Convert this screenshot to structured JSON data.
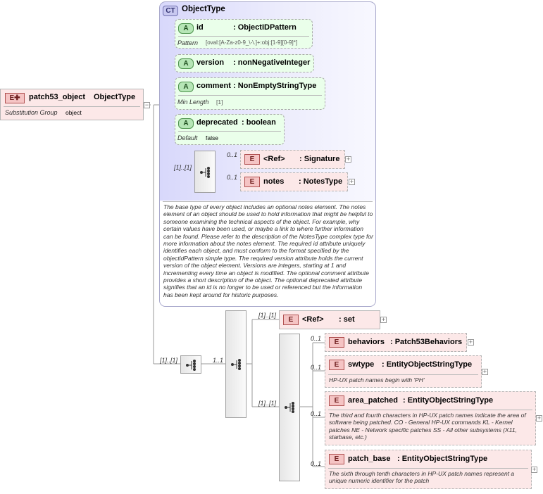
{
  "root": {
    "name": "patch53_object",
    "type": "ObjectType",
    "sub_label": "Substitution Group",
    "sub_value": "object"
  },
  "complex_type": {
    "badge": "CT",
    "title": "ObjectType",
    "attributes": {
      "id": {
        "badge": "A",
        "name": "id",
        "type": ": ObjectIDPattern",
        "sub_label": "Pattern",
        "sub_value": "[oval:[A-Za-z0-9_\\-\\.]+:obj:[1-9][0-9]*]"
      },
      "version": {
        "badge": "A",
        "name": "version",
        "type": ": nonNegativeInteger"
      },
      "comment": {
        "badge": "A",
        "name": "comment",
        "type": ": NonEmptyStringType",
        "sub_label": "Min Length",
        "sub_value": "[1]"
      },
      "deprecated": {
        "badge": "A",
        "name": "deprecated",
        "type": ": boolean",
        "sub_label": "Default",
        "sub_value": "false"
      }
    },
    "sequence_mult": "[1]..[1]",
    "children": {
      "signature": {
        "badge": "E",
        "mult": "0..1",
        "name": "<Ref>",
        "type": ": Signature"
      },
      "notes": {
        "badge": "E",
        "mult": "0..1",
        "name": "notes",
        "type": ": NotesType"
      }
    },
    "description": "The base type of every object includes an optional notes element. The notes element of an object should be used to hold information that might be helpful to someone examining the technical aspects of the object. For example, why certain values have been used, or maybe a link to where further information can be found. Please refer to the description of the NotesType complex type for more information about the notes element. The required id attribute uniquely identifies each object, and must conform to the format specified by the objectidPattern simple type. The required version attribute holds the current version of the object element. Versions are integers, starting at 1 and incrementing every time an object is modified. The optional comment attribute provides a short description of the object. The optional deprecated attribute signifies that an id is no longer to be used or referenced but the information has been kept around for historic purposes."
  },
  "outer_sequence": {
    "mult": "[1]..[1]",
    "choice_mult": "1..1",
    "set": {
      "mult": "[1]..[1]",
      "badge": "E",
      "name": "<Ref>",
      "type": ": set"
    },
    "inner_mult": "[1]..[1]",
    "elements": {
      "behaviors": {
        "mult": "0..1",
        "badge": "E",
        "name": "behaviors",
        "type": ": Patch53Behaviors"
      },
      "swtype": {
        "mult": "0..1",
        "badge": "E",
        "name": "swtype",
        "type": ": EntityObjectStringType",
        "desc": "HP-UX patch names begin with 'PH'"
      },
      "area_patched": {
        "mult": "0..1",
        "badge": "E",
        "name": "area_patched",
        "type": ": EntityObjectStringType",
        "desc": "The third and fourth characters in HP-UX patch names indicate the area of software being patched. CO - General HP-UX commands KL - Kernel patches NE - Network specific patches SS - All other subsystems (X11, starbase, etc.)"
      },
      "patch_base": {
        "mult": "0..1",
        "badge": "E",
        "name": "patch_base",
        "type": ": EntityObjectStringType",
        "desc": "The sixth through tenth characters in HP-UX patch names represent a unique numeric identifier for the patch"
      }
    }
  },
  "icons": {
    "collapse": "minus-icon",
    "expand": "plus-icon",
    "sequence": "sequence-icon",
    "element": "element-plus-icon"
  },
  "colors": {
    "complex_type_bg": "#d8d8fb",
    "attribute_bg": "#eaffea",
    "element_bg": "#fce8e8"
  }
}
